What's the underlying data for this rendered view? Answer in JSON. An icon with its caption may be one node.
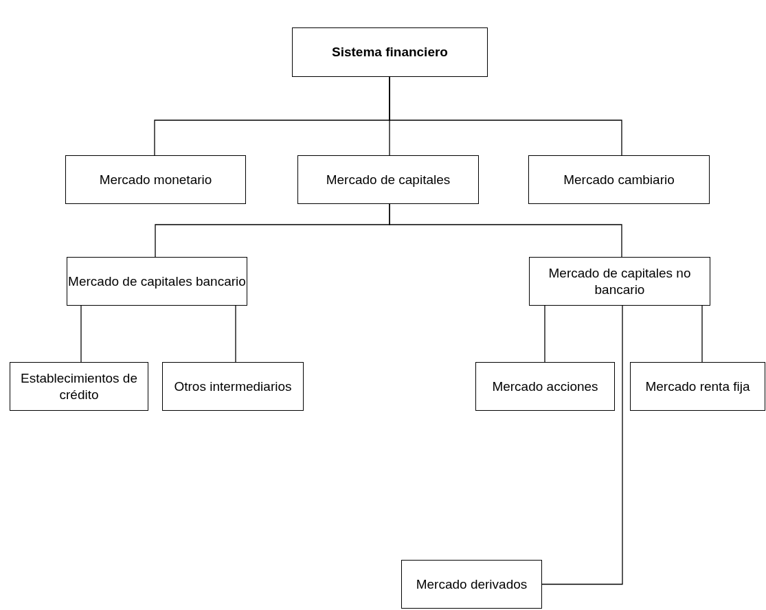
{
  "diagram": {
    "nodes": [
      {
        "text": [
          "Sistema financiero"
        ]
      },
      {
        "text": [
          "Mercado monetario"
        ]
      },
      {
        "text": [
          "Mercado de capitales"
        ]
      },
      {
        "text": [
          "Mercado cambiario"
        ]
      },
      {
        "text": [
          "Mercado de capitales bancario"
        ]
      },
      {
        "text": [
          "Mercado de capitales no bancario"
        ]
      },
      {
        "text": [
          "Establecimientos de crédito"
        ]
      },
      {
        "text": [
          "Otros intermediarios"
        ]
      },
      {
        "text": [
          "Mercado acciones"
        ]
      },
      {
        "text": [
          "Mercado renta fija"
        ]
      },
      {
        "text": [
          "Mercado derivados"
        ]
      }
    ],
    "edges": [
      {
        "from": 0,
        "to": 1,
        "arrow": "none"
      },
      {
        "from": 0,
        "to": 2,
        "arrow": "none"
      },
      {
        "from": 0,
        "to": 3,
        "arrow": "none"
      },
      {
        "from": 2,
        "to": 4,
        "arrow": "none"
      },
      {
        "from": 2,
        "to": 5,
        "arrow": "none"
      },
      {
        "from": 4,
        "to": 6,
        "arrow": "none"
      },
      {
        "from": 4,
        "to": 7,
        "arrow": "none"
      },
      {
        "from": 5,
        "to": 8,
        "arrow": "none"
      },
      {
        "from": 5,
        "to": 9,
        "arrow": "none"
      },
      {
        "from": 5,
        "to": 10,
        "arrow": "none"
      }
    ]
  }
}
